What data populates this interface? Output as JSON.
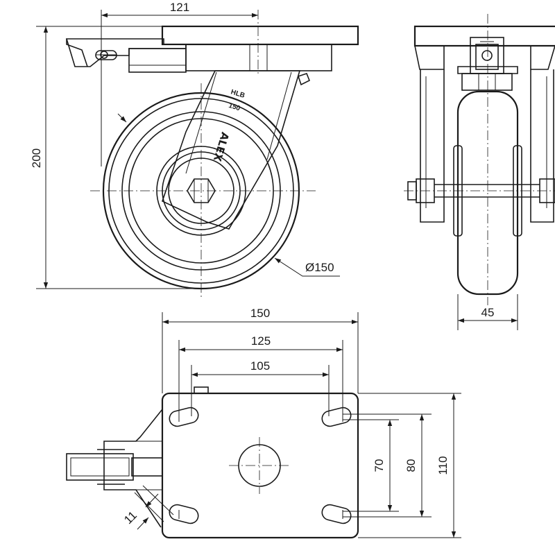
{
  "dimensions": {
    "top_width": "121",
    "height": "200",
    "diameter": "Ø150",
    "wheel_width": "45",
    "plate_length": "150",
    "hole_span_outer": "125",
    "hole_span_inner": "105",
    "hole_pitch_small": "70",
    "hole_pitch_large": "80",
    "plate_width": "110",
    "offset": "11"
  },
  "markings": {
    "fork_line1": "HLB",
    "fork_line2": "150",
    "logo": "ALEX"
  }
}
